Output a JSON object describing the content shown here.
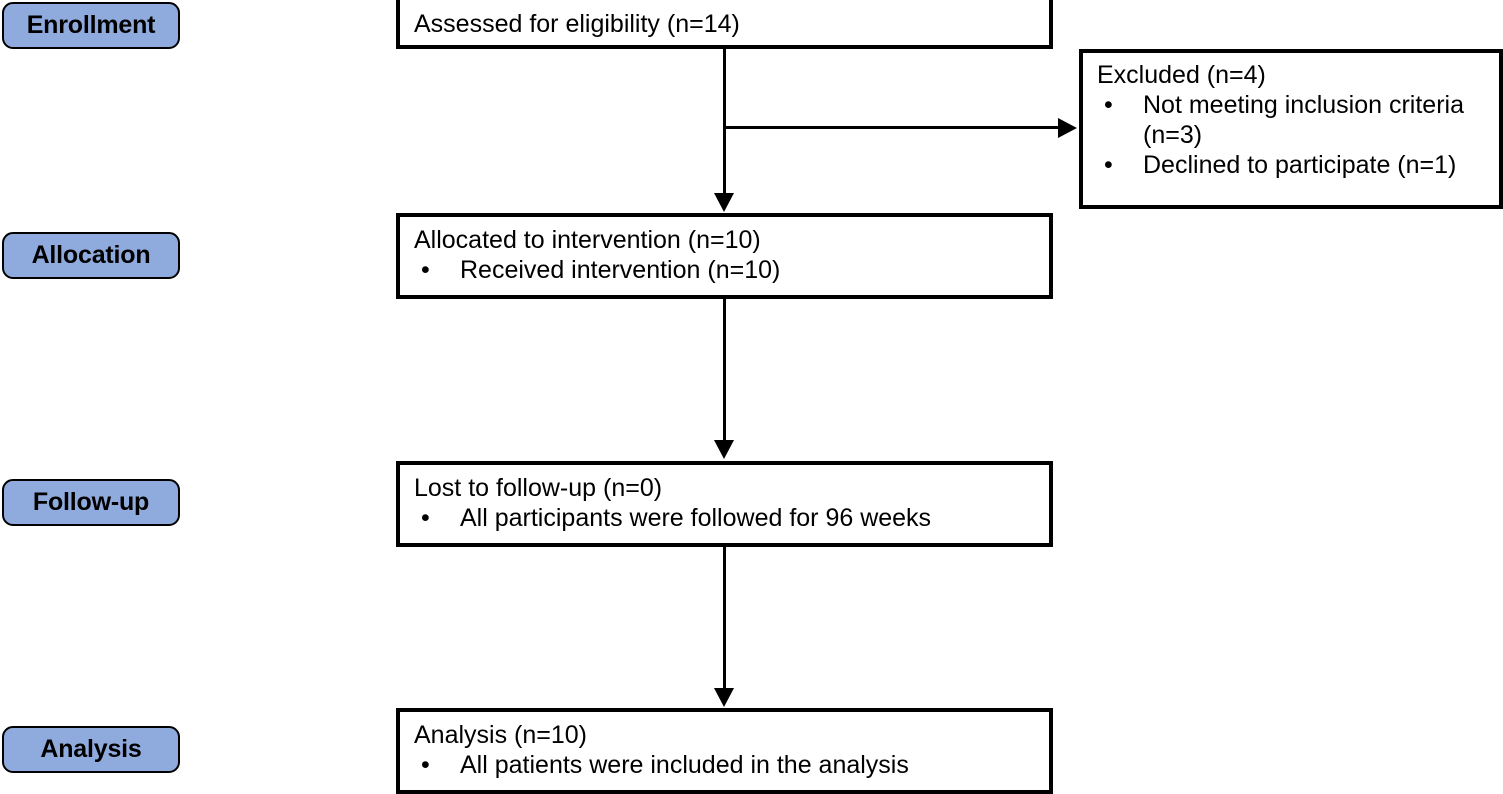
{
  "diagram": {
    "type": "consort-flow-diagram",
    "colors": {
      "stage_fill": "#8faadc",
      "stroke": "#000000",
      "box_fill": "#ffffff",
      "background": "#ffffff"
    },
    "stages": [
      {
        "id": "enrollment",
        "label": "Enrollment"
      },
      {
        "id": "allocation",
        "label": "Allocation"
      },
      {
        "id": "followup",
        "label": "Follow-up"
      },
      {
        "id": "analysis",
        "label": "Analysis"
      }
    ],
    "boxes": {
      "assessed": {
        "headline": "Assessed for eligibility (n=14)",
        "bullets": []
      },
      "excluded": {
        "headline": "Excluded (n=4)",
        "bullets": [
          {
            "line1": "Not meeting inclusion criteria",
            "line2": "(n=3)"
          },
          {
            "line1": "Declined to participate (n=1)",
            "line2": ""
          }
        ]
      },
      "allocated": {
        "headline": "Allocated to intervention (n=10)",
        "bullets": [
          {
            "line1": "Received intervention (n=10)",
            "line2": ""
          }
        ]
      },
      "followup": {
        "headline": "Lost to follow-up (n=0)",
        "bullets": [
          {
            "line1": "All participants were followed for 96 weeks",
            "line2": ""
          }
        ]
      },
      "analysis": {
        "headline": "Analysis (n=10)",
        "bullets": [
          {
            "line1": "All patients were included in the analysis",
            "line2": ""
          }
        ]
      }
    },
    "bullet_glyph": "•"
  }
}
